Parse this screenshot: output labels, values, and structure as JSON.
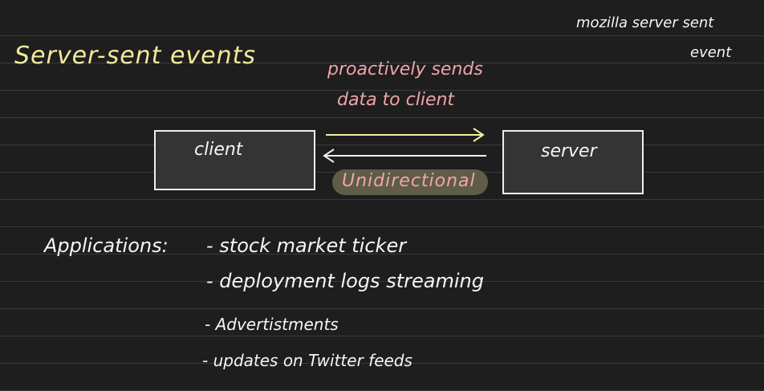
{
  "title": "Server-sent events",
  "note": {
    "line1": "mozilla server sent",
    "line2": "event"
  },
  "caption": {
    "line1": "proactively sends",
    "line2": "data to client"
  },
  "client_label": "client",
  "server_label": "server",
  "direction_label": "Unidirectional",
  "applications": {
    "heading": "Applications:",
    "items": [
      "- stock market ticker",
      "- deployment logs streaming",
      "- Advertistments",
      "- updates on Twitter feeds"
    ]
  },
  "colors": {
    "background": "#1e1e1e",
    "title": "#f1ea9a",
    "caption": "#f1a3a8",
    "top_arrow": "#f3ef9f",
    "pill": "#5f5c48"
  }
}
